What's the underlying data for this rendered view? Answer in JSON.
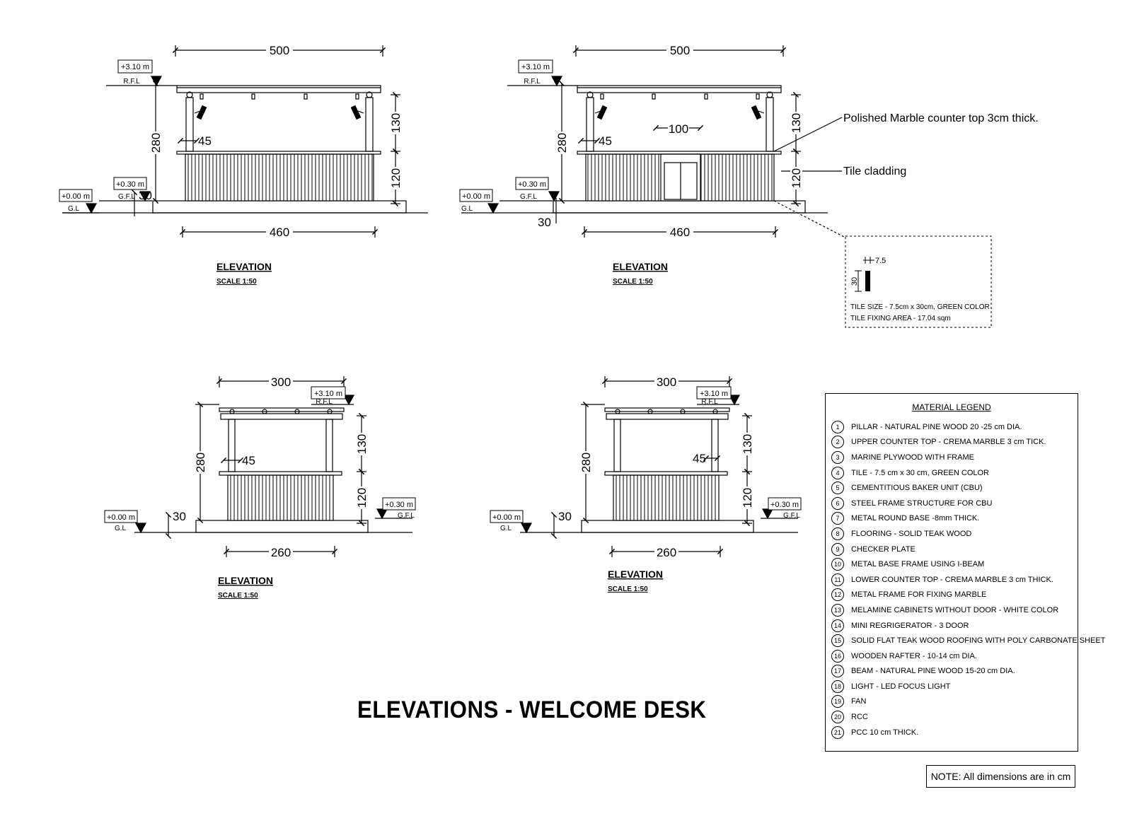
{
  "title": "ELEVATIONS - WELCOME DESK",
  "note": "NOTE: All dimensions are in cm",
  "elevations": [
    {
      "title": "ELEVATION",
      "scale": "SCALE 1:50",
      "top_width": "500",
      "base_width": "460",
      "height": "280",
      "upper": "130",
      "lower": "120",
      "counter": "45",
      "door_width": "",
      "plinth": "30",
      "rfl_level": "+3.10 m",
      "rfl_label": "R.F.L",
      "gfl_level": "+0.30 m",
      "gfl_label": "G.F.L",
      "gl_level": "+0.00 m",
      "gl_label": "G.L"
    },
    {
      "title": "ELEVATION",
      "scale": "SCALE 1:50",
      "top_width": "500",
      "base_width": "460",
      "height": "280",
      "upper": "130",
      "lower": "120",
      "counter": "45",
      "door_width": "100",
      "plinth": "30",
      "rfl_level": "+3.10 m",
      "rfl_label": "R.F.L",
      "gfl_level": "+0.30 m",
      "gfl_label": "G.F.L",
      "gl_level": "+0.00 m",
      "gl_label": "G.L"
    },
    {
      "title": "ELEVATION",
      "scale": "SCALE 1:50",
      "top_width": "300",
      "base_width": "260",
      "height": "280",
      "upper": "130",
      "lower": "120",
      "counter": "45",
      "plinth": "30",
      "rfl_level": "+3.10 m",
      "rfl_label": "R.F.L",
      "gfl_level": "+0.30 m",
      "gfl_label": "G.F.L",
      "gl_level": "+0.00 m",
      "gl_label": "G.L"
    },
    {
      "title": "ELEVATION",
      "scale": "SCALE 1:50",
      "top_width": "300",
      "base_width": "260",
      "height": "280",
      "upper": "130",
      "lower": "120",
      "counter": "45",
      "plinth": "30",
      "rfl_level": "+3.10 m",
      "rfl_label": "R.F.L",
      "gfl_level": "+0.30 m",
      "gfl_label": "G.F.L",
      "gl_level": "+0.00 m",
      "gl_label": "G.L"
    }
  ],
  "callouts": {
    "marble": "Polished Marble counter  top 3cm thick.",
    "tile": "Tile cladding"
  },
  "tile_detail": {
    "width": "7.5",
    "height": "30",
    "size_text": "TILE SIZE - 7.5cm x 30cm, GREEN COLOR",
    "area_text": "TILE FIXING AREA - 17.04 sqm"
  },
  "legend": {
    "title": "MATERIAL LEGEND",
    "items": [
      {
        "num": "1",
        "text": "PILLAR - NATURAL PINE WOOD 20 -25 cm DIA."
      },
      {
        "num": "2",
        "text": "UPPER COUNTER TOP  - CREMA MARBLE 3 cm TICK."
      },
      {
        "num": "3",
        "text": "MARINE PLYWOOD WITH FRAME"
      },
      {
        "num": "4",
        "text": "TILE - 7.5 cm x 30 cm, GREEN COLOR"
      },
      {
        "num": "5",
        "text": "CEMENTITIOUS BAKER UNIT (CBU)"
      },
      {
        "num": "6",
        "text": "STEEL FRAME STRUCTURE FOR CBU"
      },
      {
        "num": "7",
        "text": "METAL ROUND BASE  -8mm THICK."
      },
      {
        "num": "8",
        "text": "FLOORING - SOLID TEAK WOOD"
      },
      {
        "num": "9",
        "text": "CHECKER PLATE"
      },
      {
        "num": "10",
        "text": "METAL BASE FRAME USING I-BEAM"
      },
      {
        "num": "11",
        "text": "LOWER COUNTER TOP  - CREMA MARBLE 3 cm THICK."
      },
      {
        "num": "12",
        "text": "METAL FRAME FOR FIXING MARBLE"
      },
      {
        "num": "13",
        "text": "MELAMINE CABINETS WITHOUT DOOR - WHITE COLOR"
      },
      {
        "num": "14",
        "text": "MINI REGRIGERATOR - 3 DOOR"
      },
      {
        "num": "15",
        "text": "SOLID FLAT TEAK WOOD ROOFING WITH POLY CARBONATE SHEET"
      },
      {
        "num": "16",
        "text": "WOODEN RAFTER - 10-14 cm DIA."
      },
      {
        "num": "17",
        "text": "BEAM - NATURAL PINE WOOD 15-20 cm DIA."
      },
      {
        "num": "18",
        "text": "LIGHT - LED FOCUS LIGHT"
      },
      {
        "num": "19",
        "text": "FAN"
      },
      {
        "num": "20",
        "text": "RCC"
      },
      {
        "num": "21",
        "text": "PCC 10 cm THICK."
      }
    ]
  }
}
